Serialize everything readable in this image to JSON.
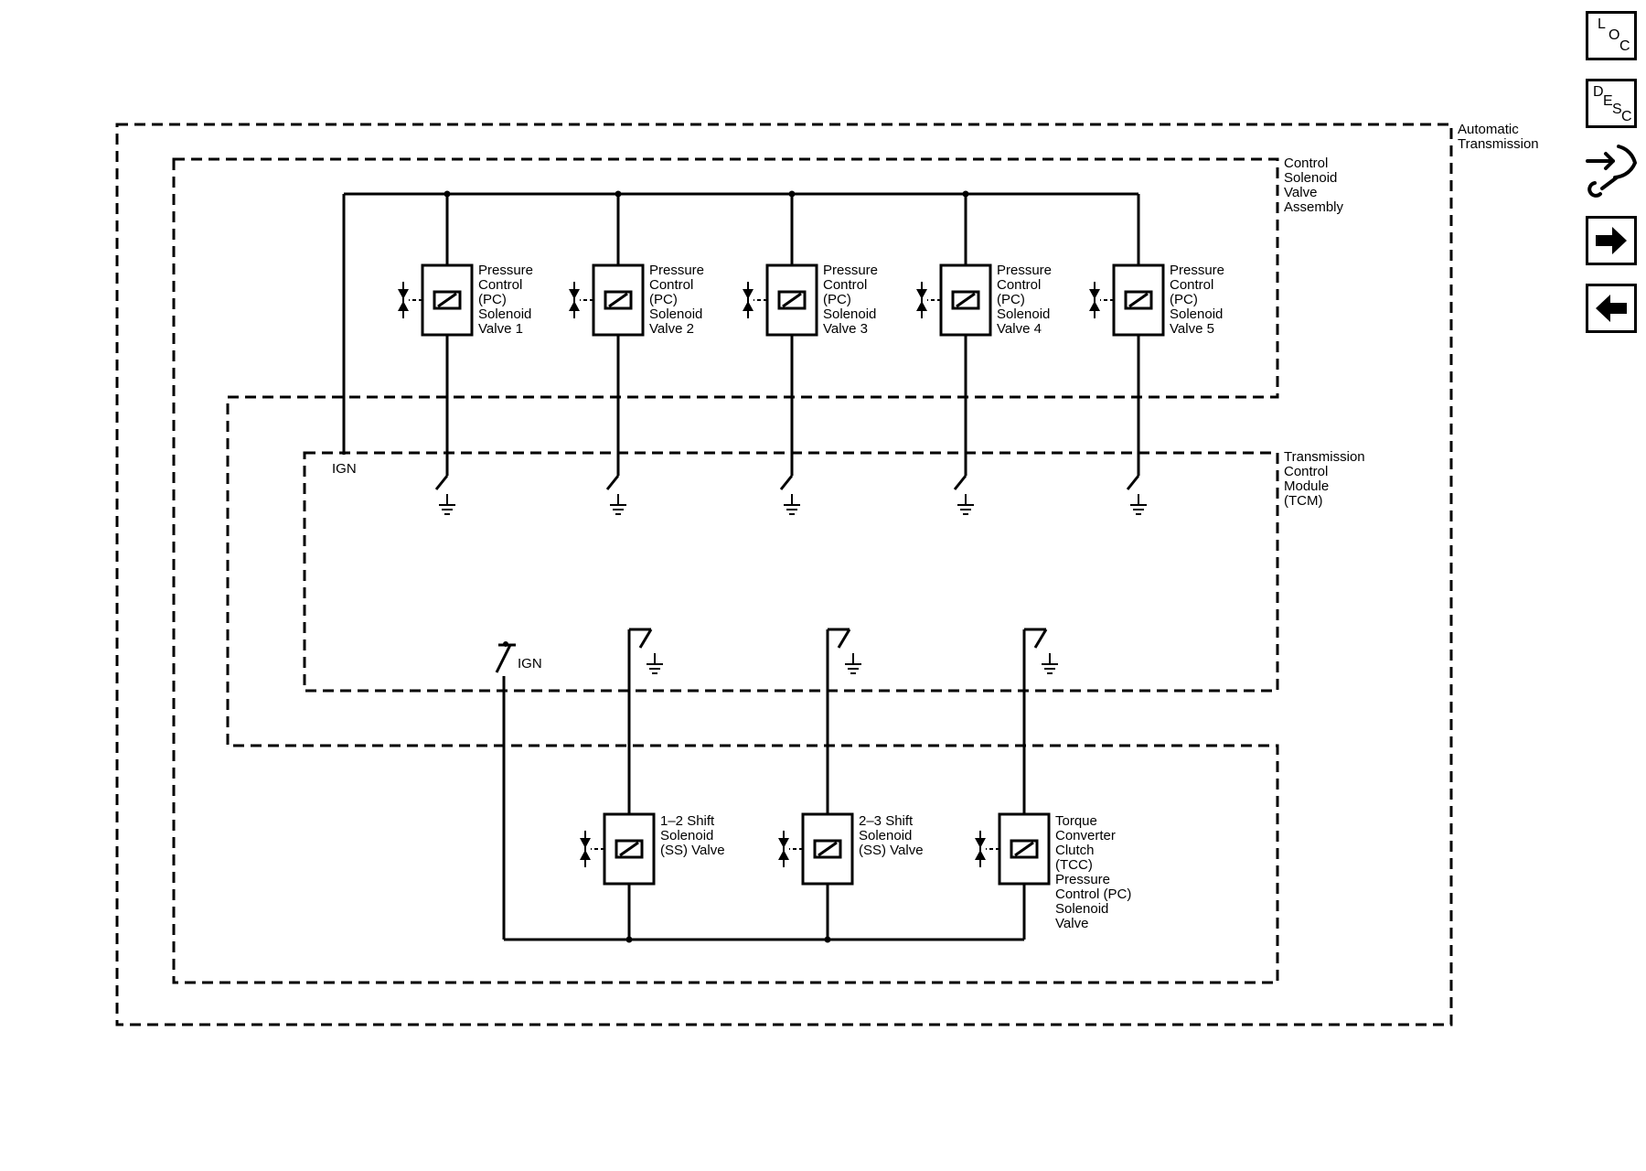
{
  "boundaries": {
    "automatic_transmission": [
      "Automatic",
      "Transmission"
    ],
    "control_solenoid_valve_assembly": [
      "Control",
      "Solenoid",
      "Valve",
      "Assembly"
    ],
    "transmission_control_module": [
      "Transmission",
      "Control",
      "Module",
      "(TCM)"
    ]
  },
  "ign_labels": {
    "upper": "IGN",
    "lower": "IGN"
  },
  "pc_solenoids": [
    {
      "lines": [
        "Pressure",
        "Control",
        "(PC)",
        "Solenoid",
        "Valve 1"
      ]
    },
    {
      "lines": [
        "Pressure",
        "Control",
        "(PC)",
        "Solenoid",
        "Valve 2"
      ]
    },
    {
      "lines": [
        "Pressure",
        "Control",
        "(PC)",
        "Solenoid",
        "Valve 3"
      ]
    },
    {
      "lines": [
        "Pressure",
        "Control",
        "(PC)",
        "Solenoid",
        "Valve 4"
      ]
    },
    {
      "lines": [
        "Pressure",
        "Control",
        "(PC)",
        "Solenoid",
        "Valve 5"
      ]
    }
  ],
  "lower_solenoids": [
    {
      "lines": [
        "1–2 Shift",
        "Solenoid",
        "(SS) Valve"
      ]
    },
    {
      "lines": [
        "2–3 Shift",
        "Solenoid",
        "(SS) Valve"
      ]
    },
    {
      "lines": [
        "Torque",
        "Converter",
        "Clutch",
        "(TCC)",
        "Pressure",
        "Control (PC)",
        "Solenoid",
        "Valve"
      ]
    }
  ],
  "nav_icons": {
    "loc": {
      "name": "location-icon",
      "letters": [
        "L",
        "O",
        "C"
      ]
    },
    "desc": {
      "name": "description-icon",
      "letters": [
        "D",
        "E",
        "S",
        "C"
      ]
    },
    "connector": {
      "name": "connector-wrench-icon"
    },
    "next": {
      "name": "arrow-right-icon"
    },
    "prev": {
      "name": "arrow-left-icon"
    }
  }
}
